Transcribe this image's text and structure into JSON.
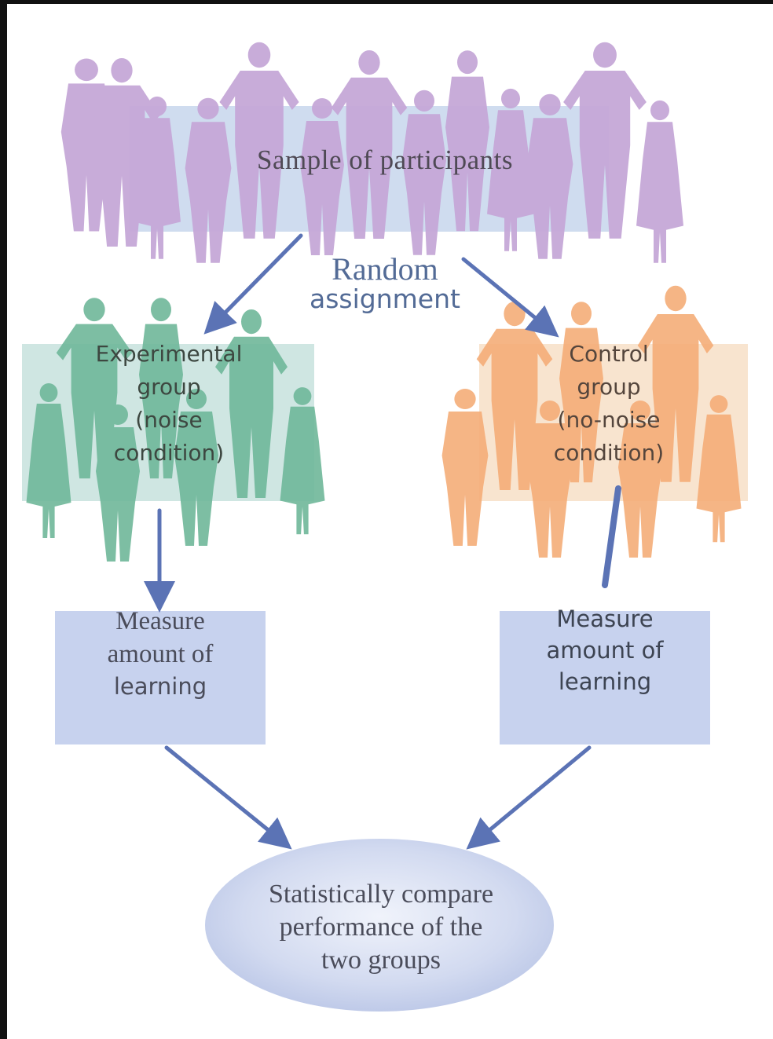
{
  "diagram": {
    "sample": {
      "label": "Sample of participants",
      "color": "#c6a8d8"
    },
    "assignment": {
      "line1": "Random",
      "line2": "assignment",
      "color": "#536b96"
    },
    "experimental": {
      "lines": [
        "Experimental",
        "group",
        "(noise",
        "condition)"
      ],
      "color": "#6fb89a"
    },
    "control": {
      "lines": [
        "Control",
        "group",
        "(no-noise",
        "condition)"
      ],
      "color": "#f5ad78"
    },
    "measure_left": {
      "line1": "Measure",
      "line2": "amount of",
      "line3": "learning"
    },
    "measure_right": {
      "line1": "Measure",
      "line2": "amount of",
      "line3": "learning"
    },
    "compare": {
      "lines": [
        "Statistically compare",
        "performance of the",
        "two groups"
      ]
    },
    "arrow_color": "#5b73b5",
    "box_color": "#c7d2ee"
  }
}
